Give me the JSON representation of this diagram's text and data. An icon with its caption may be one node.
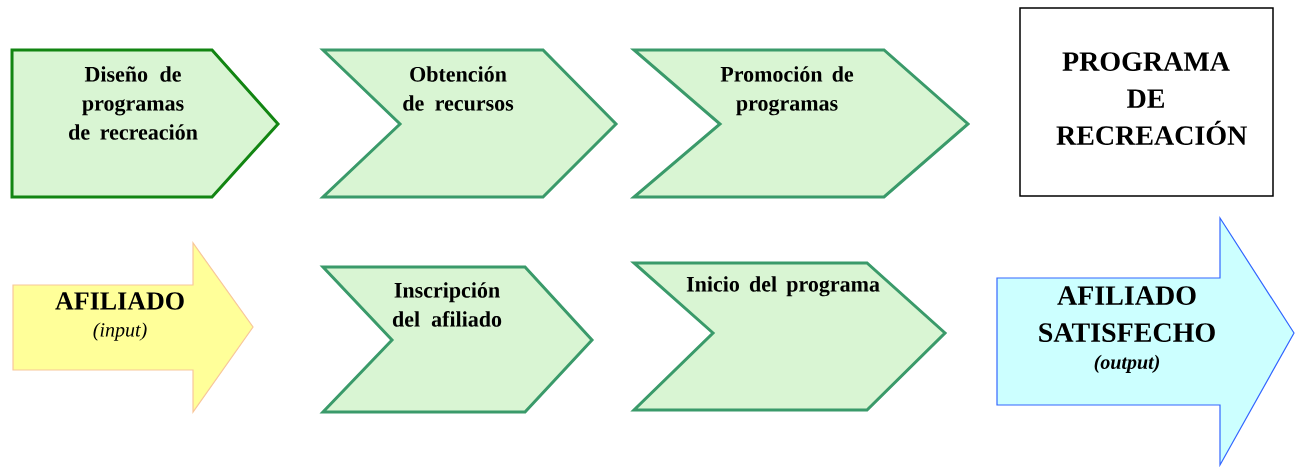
{
  "diagram": {
    "nodes": [
      {
        "text": [
          "Diseño de programas de recreación"
        ]
      },
      {
        "text": [
          "Obtención de recursos"
        ]
      },
      {
        "text": [
          "Promoción de programas"
        ]
      },
      {
        "text": [
          "PROGRAMA DE RECREACIÓN"
        ]
      },
      {
        "text": [
          "AFILIADO",
          "(input)"
        ]
      },
      {
        "text": [
          "Inscripción del afiliado"
        ]
      },
      {
        "text": [
          "Inicio del programa"
        ]
      },
      {
        "text": [
          "AFILIADO SATISFECHO",
          "(output)"
        ]
      }
    ]
  }
}
